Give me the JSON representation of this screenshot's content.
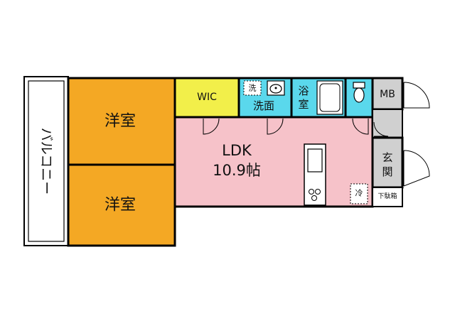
{
  "rooms": {
    "balcony": "バルコニー",
    "western_room_1": "洋室",
    "western_room_2": "洋室",
    "wic": "WIC",
    "washroom": "洗面",
    "washer": "洗",
    "bath_line1": "浴",
    "bath_line2": "室",
    "mb": "MB",
    "ldk": "LDK",
    "ldk_size": "10.9帖",
    "entrance_line1": "玄",
    "entrance_line2": "関",
    "shoe_box": "下駄箱",
    "fridge": "冷"
  },
  "colors": {
    "western_room": "#f4a824",
    "ldk": "#f6c2c9",
    "wic": "#f2ef4a",
    "wet_area": "#5ad8ec",
    "service": "#d0d0d0",
    "wall": "#000000"
  }
}
